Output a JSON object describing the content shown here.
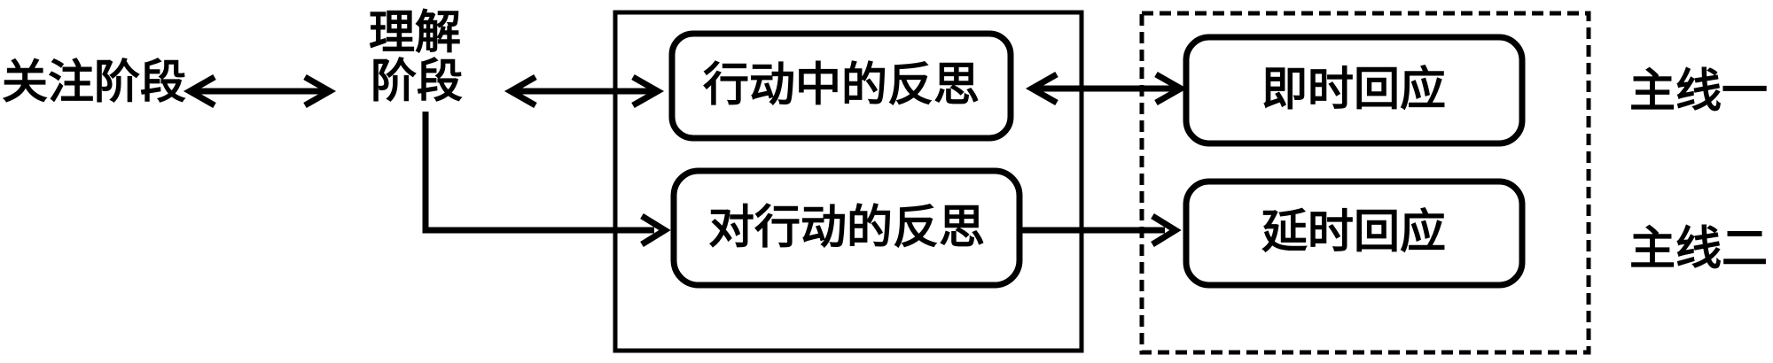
{
  "diagram": {
    "colors": {
      "ink": "#000000",
      "background": "#ffffff"
    },
    "nodes": {
      "attention_stage": "关注阶段",
      "understanding_stage_line1": "理解",
      "understanding_stage_line2": "阶段",
      "reflection_in_action": "行动中的反思",
      "reflection_on_action": "对行动的反思",
      "immediate_response": "即时回应",
      "delayed_response": "延时回应",
      "mainline_1": "主线一",
      "mainline_2": "主线二"
    },
    "containers": [
      {
        "id": "reflection",
        "border_style": "solid",
        "contains": [
          "reflection_in_action",
          "reflection_on_action"
        ]
      },
      {
        "id": "response",
        "border_style": "dashed",
        "contains": [
          "immediate_response",
          "delayed_response"
        ]
      }
    ],
    "edges": [
      {
        "from": "attention_stage",
        "to": "understanding_stage",
        "type": "bidirectional"
      },
      {
        "from": "understanding_stage",
        "to": "reflection_in_action",
        "type": "bidirectional"
      },
      {
        "from": "understanding_stage",
        "to": "reflection_on_action",
        "type": "one-way",
        "shape": "elbow-down-right"
      },
      {
        "from": "reflection_in_action",
        "to": "immediate_response",
        "type": "bidirectional"
      },
      {
        "from": "reflection_on_action",
        "to": "delayed_response",
        "type": "one-way"
      }
    ],
    "rows": [
      {
        "label": "主线一",
        "path": [
          "行动中的反思",
          "即时回应"
        ]
      },
      {
        "label": "主线二",
        "path": [
          "对行动的反思",
          "延时回应"
        ]
      }
    ]
  }
}
